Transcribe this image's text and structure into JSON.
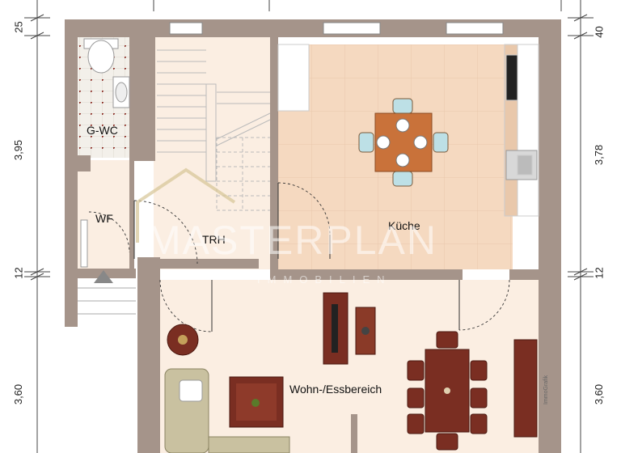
{
  "rooms": {
    "wc": "G-WC",
    "wf": "WF",
    "trh": "TRH",
    "kitchen": "Küche",
    "living": "Wohn-/Essbereich"
  },
  "dimensions": {
    "left": [
      "25",
      "3,95",
      "12",
      "3,60"
    ],
    "right": [
      "40",
      "3,78",
      "12",
      "3,60"
    ]
  },
  "watermark": {
    "brand": "MASTERPLAN",
    "sub": "IMMOBILIEN"
  },
  "credit": "ImmoGrafik",
  "colors": {
    "wall": "#a5948a",
    "floor_kitchen": "#f4d8bf",
    "floor_living": "#fbeee2",
    "furniture_wood": "#7a2e22",
    "sofa": "#c9c1a0"
  }
}
